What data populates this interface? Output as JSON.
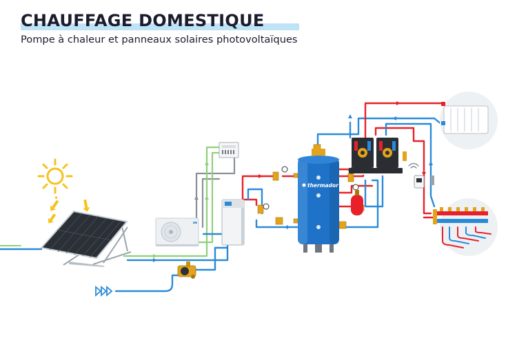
{
  "title": "CHAUFFAGE DOMESTIQUE",
  "subtitle": "Pompe à chaleur et panneaux solaires photovoltaïques",
  "tank_brand": "thermador",
  "colors": {
    "hot_pipe": "#e8202a",
    "cold_pipe": "#2a8ad8",
    "grey_pipe": "#8a8f95",
    "green_pipe": "#8fd07a",
    "tank": "#1e73c8",
    "title_highlight": "#bfe3f6"
  },
  "icons": [
    "sun-icon",
    "arrows-icon",
    "inlet-arrows-icon",
    "wifi-icon"
  ]
}
